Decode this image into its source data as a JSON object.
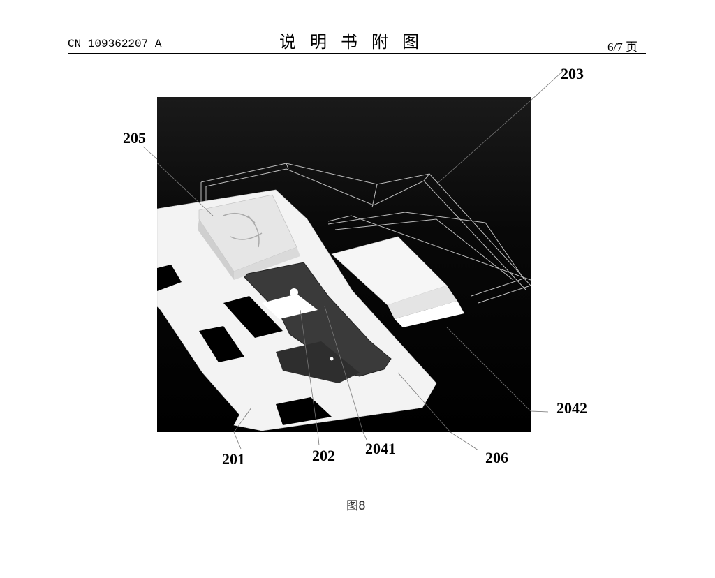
{
  "header": {
    "patent_number": "CN 109362207 A",
    "section_title": "说明书附图",
    "page_indicator": "6/7 页"
  },
  "figure": {
    "caption": "图8",
    "background_gradient": [
      "#0a0a0a",
      "#000000"
    ],
    "labels": [
      {
        "id": "205",
        "text": "205"
      },
      {
        "id": "203",
        "text": "203"
      },
      {
        "id": "2042",
        "text": "2042"
      },
      {
        "id": "201",
        "text": "201"
      },
      {
        "id": "202",
        "text": "202"
      },
      {
        "id": "2041",
        "text": "2041"
      },
      {
        "id": "206",
        "text": "206"
      }
    ]
  }
}
